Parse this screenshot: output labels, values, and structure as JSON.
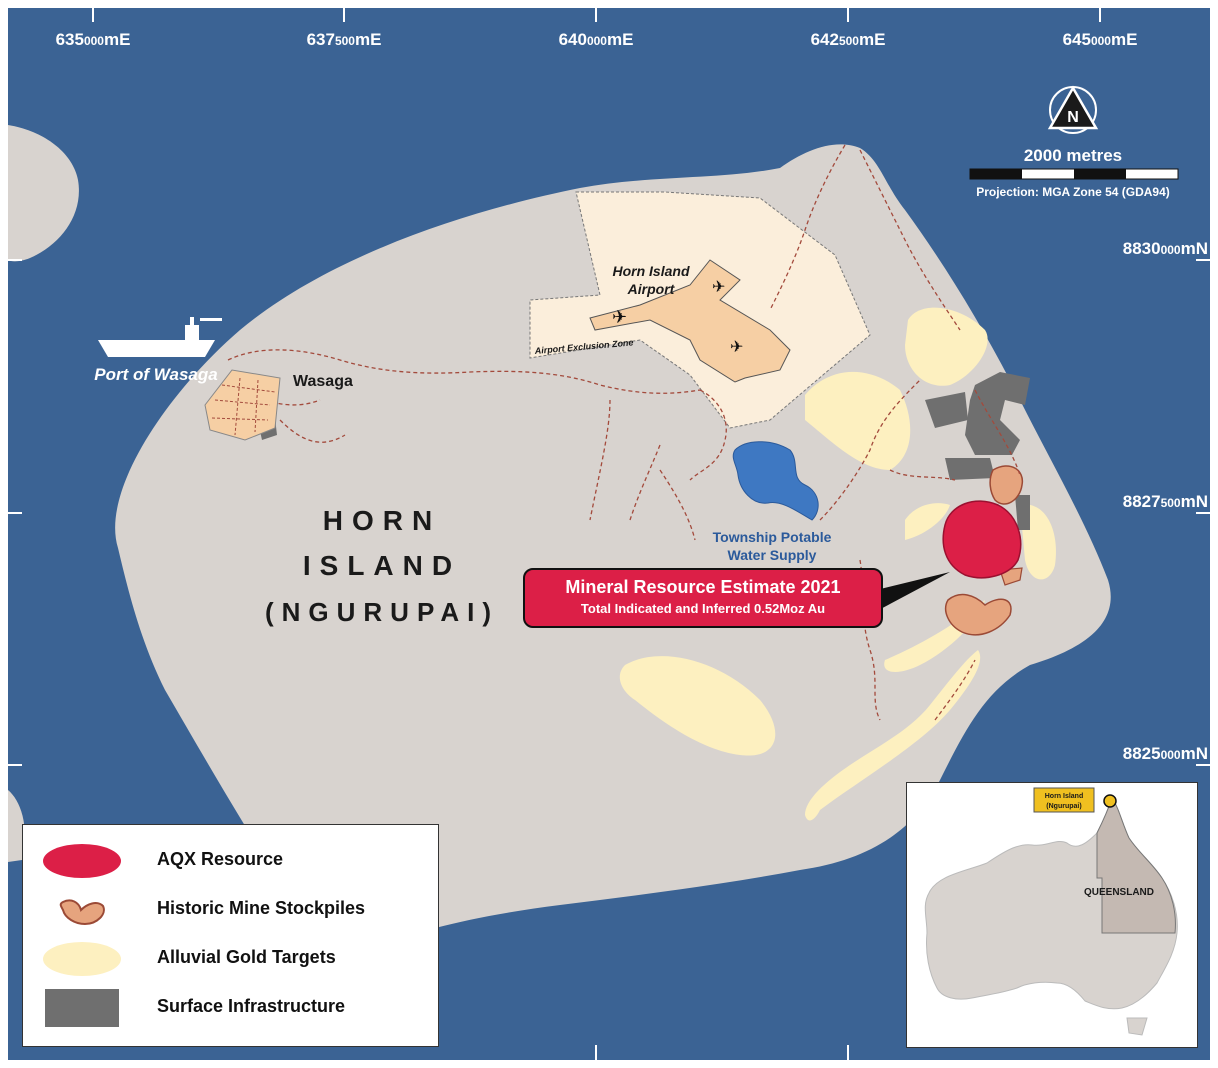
{
  "map": {
    "colors": {
      "sea": "#3b6394",
      "land": "#d8d3cf",
      "airport_zone": "#fbeedb",
      "airport": "#f6cfa4",
      "resource": "#dc1f47",
      "stockpile": "#d9805b",
      "alluvial": "#fdf0c0",
      "infrastructure": "#6f6f6f",
      "water": "#3e78c2",
      "track": "#a34a3c"
    },
    "easting_labels": [
      {
        "major": "635",
        "minor": "000",
        "unit": "mE"
      },
      {
        "major": "637",
        "minor": "500",
        "unit": "mE"
      },
      {
        "major": "640",
        "minor": "000",
        "unit": "mE"
      },
      {
        "major": "642",
        "minor": "500",
        "unit": "mE"
      },
      {
        "major": "645",
        "minor": "000",
        "unit": "mE"
      }
    ],
    "northing_labels": [
      {
        "major": "8830",
        "minor": "000",
        "unit": "mN"
      },
      {
        "major": "8827",
        "minor": "500",
        "unit": "mN"
      },
      {
        "major": "8825",
        "minor": "000",
        "unit": "mN"
      }
    ],
    "north_arrow": {
      "letter": "N",
      "icon": "north-arrow-icon"
    },
    "scale_bar": {
      "label": "2000 metres",
      "projection": "Projection: MGA Zone 54 (GDA94)"
    },
    "island_name": {
      "line1": "HORN",
      "line2": "ISLAND",
      "line3": "(NGURUPAI)"
    },
    "labels": {
      "airport": {
        "line1": "Horn Island",
        "line2": "Airport"
      },
      "airport_zone": "Airport Exclusion Zone",
      "port": "Port of Wasaga",
      "town": "Wasaga",
      "water": {
        "line1": "Township Potable",
        "line2": "Water Supply"
      }
    },
    "callout": {
      "title": "Mineral Resource Estimate 2021",
      "subtitle": "Total Indicated and Inferred 0.52Moz Au"
    }
  },
  "legend": {
    "items": [
      {
        "label": "AQX Resource",
        "icon": "resource-swatch-icon"
      },
      {
        "label": "Historic Mine Stockpiles",
        "icon": "stockpile-swatch-icon"
      },
      {
        "label": "Alluvial Gold Targets",
        "icon": "alluvial-swatch-icon"
      },
      {
        "label": "Surface Infrastructure",
        "icon": "infrastructure-swatch-icon"
      }
    ]
  },
  "inset": {
    "marker_label": {
      "line1": "Horn Island",
      "line2": "(Ngurupai)"
    },
    "state": "QUEENSLAND"
  }
}
